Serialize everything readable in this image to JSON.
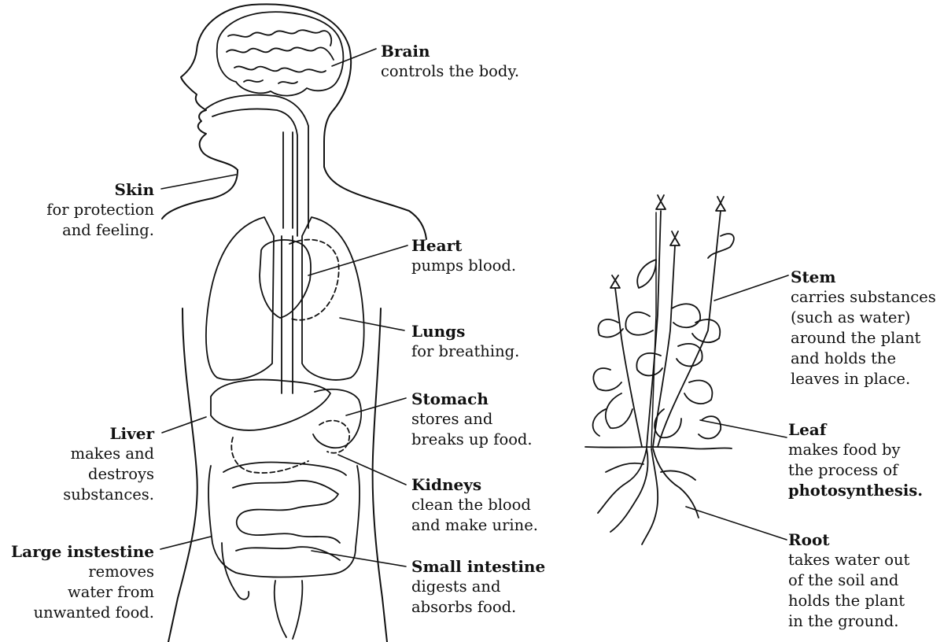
{
  "body_diagram": {
    "labels": [
      {
        "id": "brain",
        "title": "Brain",
        "lines": [
          "controls the body."
        ]
      },
      {
        "id": "skin",
        "title": "Skin",
        "lines": [
          "for protection",
          "and feeling."
        ]
      },
      {
        "id": "heart",
        "title": "Heart",
        "lines": [
          "pumps blood."
        ]
      },
      {
        "id": "lungs",
        "title": "Lungs",
        "lines": [
          "for breathing."
        ]
      },
      {
        "id": "stomach",
        "title": "Stomach",
        "lines": [
          "stores and",
          "breaks up food."
        ]
      },
      {
        "id": "liver",
        "title": "Liver",
        "lines": [
          "makes and",
          "destroys",
          "substances."
        ]
      },
      {
        "id": "kidneys",
        "title": "Kidneys",
        "lines": [
          "clean the blood",
          "and make urine."
        ]
      },
      {
        "id": "large_intestine",
        "title": "Large instestine",
        "lines": [
          "removes",
          "water from",
          "unwanted food."
        ]
      },
      {
        "id": "small_intestine",
        "title": "Small intestine",
        "lines": [
          "digests and",
          "absorbs food."
        ]
      }
    ]
  },
  "plant_diagram": {
    "labels": [
      {
        "id": "stem",
        "title": "Stem",
        "lines": [
          "carries substances",
          "(such as water)",
          "around the plant",
          "and holds the",
          "leaves in place."
        ]
      },
      {
        "id": "leaf",
        "title": "Leaf",
        "lines": [
          "makes food by",
          "the process of"
        ],
        "emphasis": "photosynthesis."
      },
      {
        "id": "root",
        "title": "Root",
        "lines": [
          "takes water out",
          "of the soil and",
          "holds the plant",
          "in the ground."
        ]
      }
    ]
  }
}
